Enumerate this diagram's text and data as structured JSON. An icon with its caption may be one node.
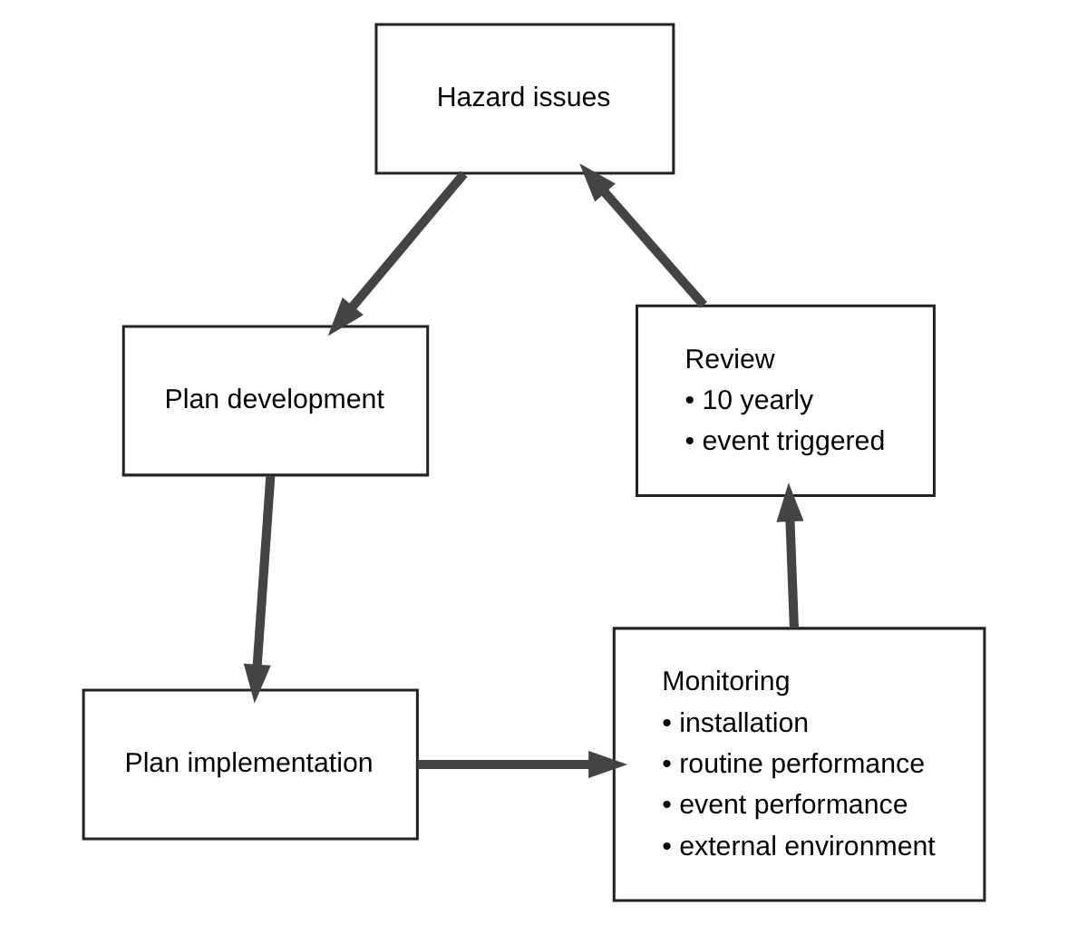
{
  "diagram": {
    "nodes": [
      {
        "text": [
          "Hazard issues"
        ]
      },
      {
        "text": [
          "Plan development"
        ]
      },
      {
        "text": [
          "Plan implementation"
        ]
      },
      {
        "text": [
          "Monitoring",
          "• installation",
          "• routine performance",
          "• event performance",
          "• external environment"
        ]
      },
      {
        "text": [
          "Review",
          "• 10 yearly",
          "• event triggered"
        ]
      }
    ],
    "edges": [
      {
        "from": 0,
        "to": 1,
        "arrow": "to"
      },
      {
        "from": 1,
        "to": 2,
        "arrow": "to"
      },
      {
        "from": 2,
        "to": 3,
        "arrow": "to"
      },
      {
        "from": 3,
        "to": 4,
        "arrow": "to"
      },
      {
        "from": 4,
        "to": 0,
        "arrow": "to"
      }
    ]
  }
}
